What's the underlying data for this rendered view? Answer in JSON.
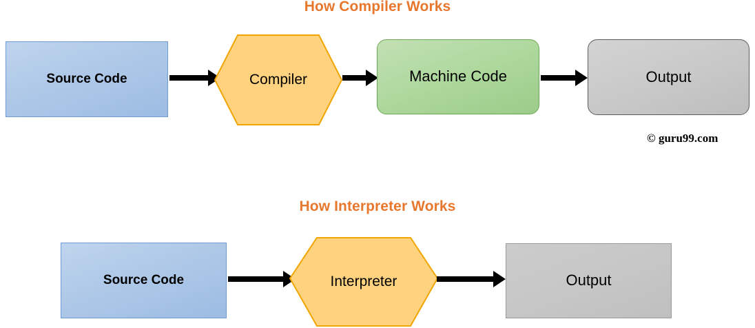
{
  "diagrams": [
    {
      "title": "How Compiler Works",
      "nodes": [
        {
          "label": "Source Code",
          "shape": "rectangle",
          "color": "#AFC8E8"
        },
        {
          "label": "Compiler",
          "shape": "hexagon",
          "color": "#FFD27F"
        },
        {
          "label": "Machine Code",
          "shape": "rounded-rectangle",
          "color": "#ACD79B"
        },
        {
          "label": "Output",
          "shape": "rounded-rectangle",
          "color": "#C8C8C8"
        }
      ],
      "connections": [
        {
          "from": "Source Code",
          "to": "Compiler",
          "type": "arrow"
        },
        {
          "from": "Compiler",
          "to": "Machine Code",
          "type": "arrow"
        },
        {
          "from": "Machine Code",
          "to": "Output",
          "type": "arrow"
        }
      ]
    },
    {
      "title": "How Interpreter Works",
      "nodes": [
        {
          "label": "Source Code",
          "shape": "rectangle",
          "color": "#AFC8E8"
        },
        {
          "label": "Interpreter",
          "shape": "hexagon",
          "color": "#FFD27F"
        },
        {
          "label": "Output",
          "shape": "rectangle",
          "color": "#C6C6C6"
        }
      ],
      "connections": [
        {
          "from": "Source Code",
          "to": "Interpreter",
          "type": "arrow"
        },
        {
          "from": "Interpreter",
          "to": "Output",
          "type": "arrow"
        }
      ]
    }
  ],
  "watermark": "© guru99.com",
  "colors": {
    "title": "#E8772E",
    "blue_fill": "#AFC8E8",
    "blue_stroke": "#6E9BD2",
    "amber_fill": "#FFD27F",
    "amber_stroke": "#F0A500",
    "green_fill": "#ACD79B",
    "green_stroke": "#6AA84F",
    "gray_fill": "#C8C8C8",
    "gray_stroke": "#5C5C5C",
    "arrow": "#000000"
  }
}
